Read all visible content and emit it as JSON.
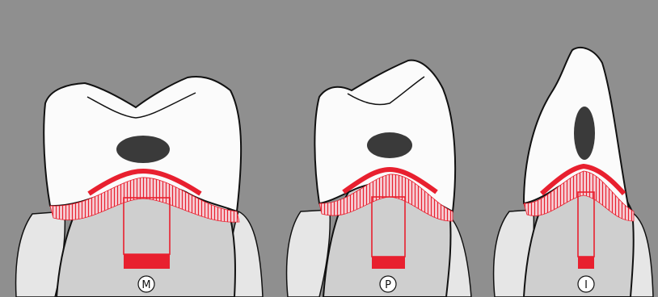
{
  "figure": {
    "colors": {
      "background": "#8f8f8f",
      "crown": "#fbfbfb",
      "root": "#e6e6e6",
      "bone": "#cfcfcf",
      "pulp": "#3a3a3a",
      "accent": "#e8202f",
      "accent_light": "#f2b7c2",
      "outline": "#111111"
    },
    "teeth": [
      {
        "id": "molar",
        "label": "M"
      },
      {
        "id": "premolar",
        "label": "P"
      },
      {
        "id": "incisor",
        "label": "I"
      }
    ]
  }
}
